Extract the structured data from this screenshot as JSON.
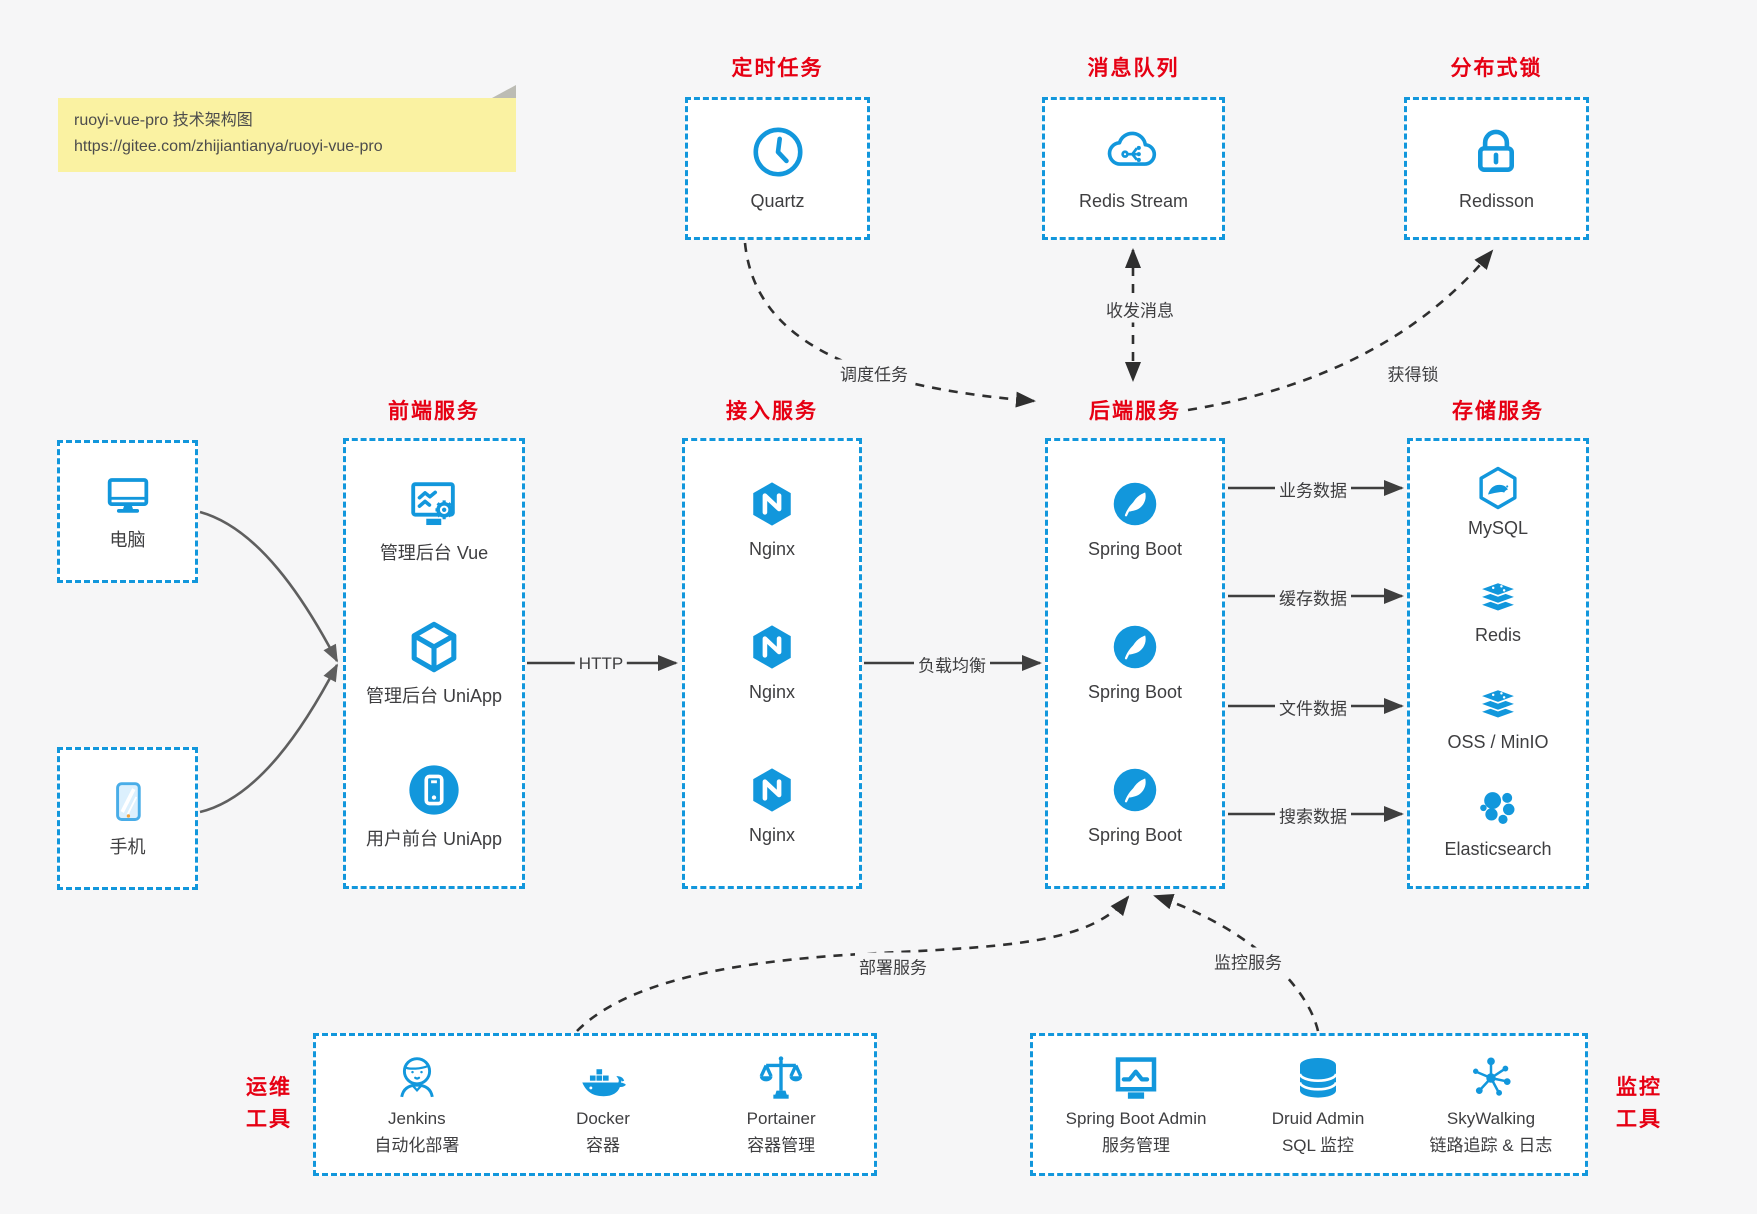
{
  "note": {
    "line1": "ruoyi-vue-pro 技术架构图",
    "line2": "https://gitee.com/zhijiantianya/ruoyi-vue-pro"
  },
  "nodes": {
    "scheduler": {
      "title": "定时任务",
      "item": {
        "label": "Quartz",
        "icon": "clock-icon"
      }
    },
    "mq": {
      "title": "消息队列",
      "item": {
        "label": "Redis Stream",
        "icon": "cloud-stream-icon"
      }
    },
    "lock": {
      "title": "分布式锁",
      "item": {
        "label": "Redisson",
        "icon": "lock-icon"
      }
    },
    "clients": {
      "computer": {
        "label": "电脑",
        "icon": "computer-icon"
      },
      "phone": {
        "label": "手机",
        "icon": "smartphone-icon"
      }
    },
    "frontend": {
      "title": "前端服务",
      "items": [
        {
          "label": "管理后台 Vue",
          "icon": "admin-vue-icon"
        },
        {
          "label": "管理后台 UniApp",
          "icon": "uniapp-cube-icon"
        },
        {
          "label": "用户前台 UniApp",
          "icon": "user-app-icon"
        }
      ]
    },
    "gateway": {
      "title": "接入服务",
      "items": [
        {
          "label": "Nginx",
          "icon": "nginx-icon"
        },
        {
          "label": "Nginx",
          "icon": "nginx-icon"
        },
        {
          "label": "Nginx",
          "icon": "nginx-icon"
        }
      ]
    },
    "backend": {
      "title": "后端服务",
      "items": [
        {
          "label": "Spring Boot",
          "icon": "springboot-icon"
        },
        {
          "label": "Spring Boot",
          "icon": "springboot-icon"
        },
        {
          "label": "Spring Boot",
          "icon": "springboot-icon"
        }
      ]
    },
    "storage": {
      "title": "存储服务",
      "items": [
        {
          "label": "MySQL",
          "icon": "mysql-icon"
        },
        {
          "label": "Redis",
          "icon": "redis-stack-icon"
        },
        {
          "label": "OSS / MinIO",
          "icon": "storage-stack-icon"
        },
        {
          "label": "Elasticsearch",
          "icon": "elasticsearch-icon"
        }
      ]
    },
    "ops": {
      "title_top": "运维",
      "title_bottom": "工具",
      "items": [
        {
          "name": "Jenkins",
          "desc": "自动化部署",
          "icon": "jenkins-icon"
        },
        {
          "name": "Docker",
          "desc": "容器",
          "icon": "docker-whale-icon"
        },
        {
          "name": "Portainer",
          "desc": "容器管理",
          "icon": "scales-icon"
        }
      ]
    },
    "monitoring": {
      "title_top": "监控",
      "title_bottom": "工具",
      "items": [
        {
          "name": "Spring Boot Admin",
          "desc": "服务管理",
          "icon": "monitor-chart-icon"
        },
        {
          "name": "Druid Admin",
          "desc": "SQL 监控",
          "icon": "database-icon"
        },
        {
          "name": "SkyWalking",
          "desc": "链路追踪 & 日志",
          "icon": "topology-icon"
        }
      ]
    }
  },
  "edges": {
    "http": "HTTP",
    "load_balance": "负载均衡",
    "business_data": "业务数据",
    "cache_data": "缓存数据",
    "file_data": "文件数据",
    "search_data": "搜索数据",
    "schedule_task": "调度任务",
    "send_receive_message": "收发消息",
    "acquire_lock": "获得锁",
    "deploy_service": "部署服务",
    "monitor_service": "监控服务"
  },
  "colors": {
    "accent": "#1297dc",
    "title_red": "#e60013",
    "note_bg": "#faf2a2",
    "canvas_bg": "#f6f6f7",
    "text": "#3e3e40",
    "solid_arrow": "#3f3f3f",
    "dashed_arrow": "#2f2f2f",
    "client_curve": "#5f5f5f"
  }
}
